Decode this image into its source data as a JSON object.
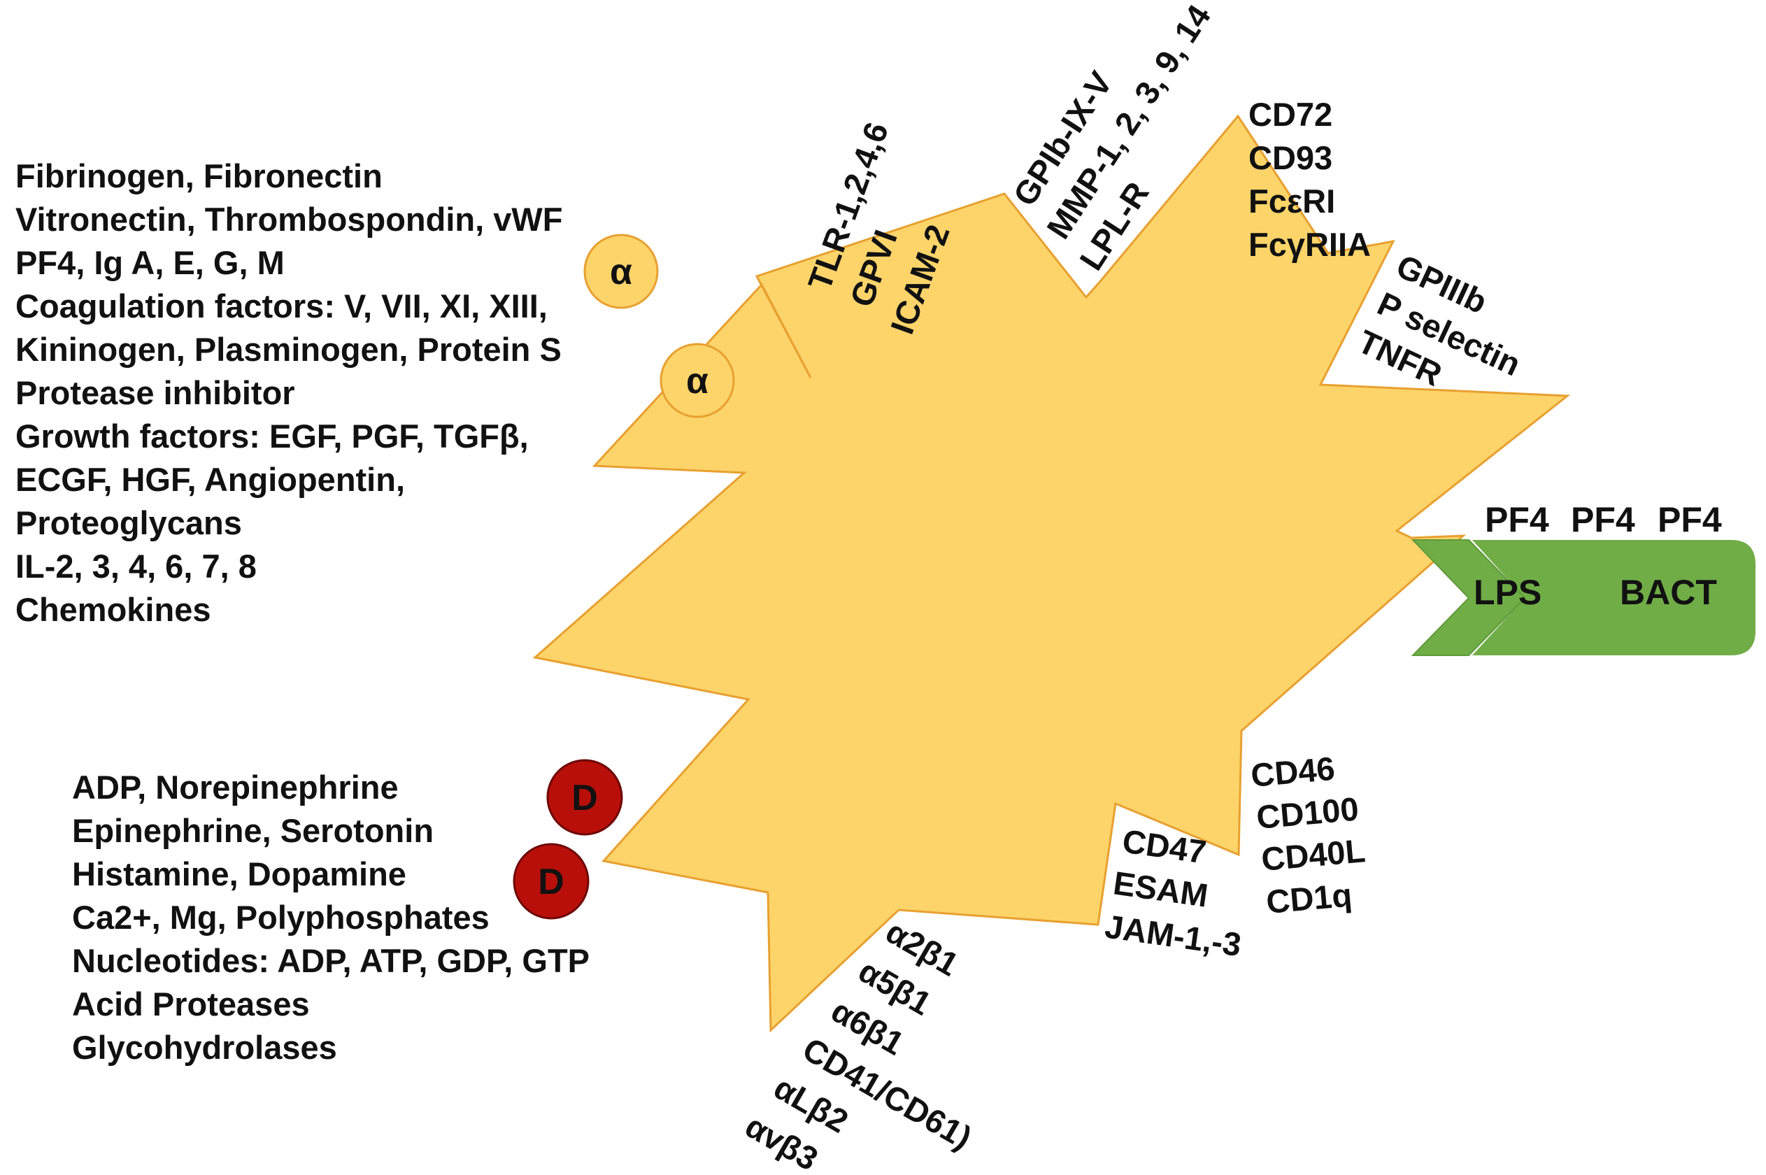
{
  "colors": {
    "platelet_fill": "#FDD46A",
    "platelet_stroke": "#E8A030",
    "alpha_granule": "#FDD46A",
    "dense_granule": "#B80F0A",
    "bacterium": "#70AD47",
    "text": "#111111"
  },
  "alpha_granule_contents": [
    "Fibrinogen, Fibronectin",
    "Vitronectin, Thrombospondin, vWF",
    "PF4, Ig A, E, G, M",
    "Coagulation factors: V, VII, XI, XIII,",
    "Kininogen, Plasminogen, Protein S",
    "Protease inhibitor",
    "Growth factors: EGF, PGF, TGFβ,",
    "ECGF, HGF, Angiopentin,",
    "Proteoglycans",
    "IL-2, 3, 4, 6, 7, 8",
    "Chemokines"
  ],
  "dense_granule_contents": [
    "ADP, Norepinephrine",
    "Epinephrine, Serotonin",
    "Histamine, Dopamine",
    "Ca2+, Mg, Polyphosphates",
    "Nucleotides: ADP, ATP, GDP, GTP",
    "Acid Proteases",
    "Glycohydrolases"
  ],
  "granules": {
    "alpha_label": "α",
    "dense_label": "D"
  },
  "receptor_groups": {
    "tlr": [
      "TLR-1,2,4,6",
      "GPVI",
      "ICAM-2"
    ],
    "gpib": [
      "GPIb-IX-V",
      "MMP-1, 2, 3, 9, 14",
      "LPL-R"
    ],
    "cd72": [
      "CD72",
      "CD93",
      "FcεRI",
      "FcγRIIA"
    ],
    "gpiiib": [
      "GPIIIb",
      "P selectin",
      "TNFR"
    ],
    "cd46": [
      "CD46",
      "CD100",
      "CD40L",
      "CD1q"
    ],
    "cd47": [
      "CD47",
      "ESAM",
      "JAM-1,-3"
    ],
    "integrins": [
      "α2β1",
      "α5β1",
      "α6β1",
      "CD41/CD61)",
      "αLβ2",
      "αvβ3"
    ]
  },
  "bacterium": {
    "pf4_labels": [
      "PF4",
      "PF4",
      "PF4"
    ],
    "lps_label": "LPS",
    "bact_label": "BACT"
  }
}
